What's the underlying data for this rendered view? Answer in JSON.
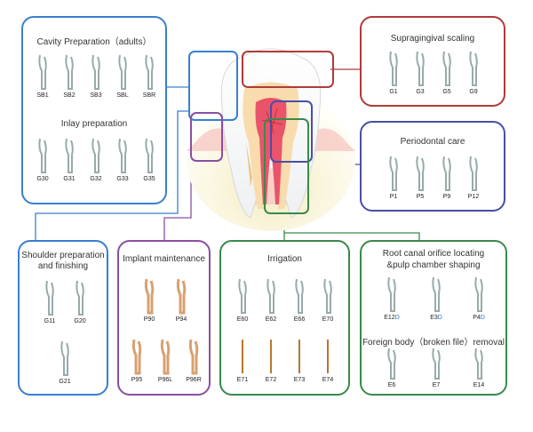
{
  "colors": {
    "blue": "#3a7fd0",
    "red": "#b03a3a",
    "indigo": "#4b4ea6",
    "purple": "#8a4fa3",
    "green": "#3a8a4a",
    "gold": "#b7772f"
  },
  "icons": [
    "tooth-cross-section-icon",
    "scaler-tip-icon"
  ],
  "panels": {
    "cavity": {
      "title": "Cavity Preparation（adults）",
      "tips": [
        "SB1",
        "SB2",
        "SB3",
        "SBL",
        "SBR"
      ],
      "subtitle": "Inlay preparation",
      "tips2": [
        "G30",
        "G31",
        "G32",
        "G33",
        "G35"
      ]
    },
    "supragingival": {
      "title": "Supragingival scaling",
      "tips": [
        "G1",
        "G3",
        "G5",
        "G9"
      ]
    },
    "periodontal": {
      "title": "Periodontal care",
      "tips": [
        "P1",
        "P5",
        "P9",
        "P12"
      ]
    },
    "shoulder": {
      "title_line1": "Shoulder preparation",
      "title_line2": "and finishing",
      "tips": [
        "G11",
        "G20",
        "G21"
      ]
    },
    "implant": {
      "title": "Implant maintenance",
      "tips": [
        "P90",
        "P94",
        "P95",
        "P96L",
        "P96R"
      ]
    },
    "irrigation": {
      "title": "Irrigation",
      "tips": [
        "E60",
        "E62",
        "E66",
        "E70"
      ],
      "tips2": [
        "E71",
        "E72",
        "E73",
        "E74"
      ]
    },
    "rootcanal": {
      "title_line1": "Root canal orifice locating",
      "title_line2": "&pulp chamber shaping",
      "tips": [
        {
          "base": "E12",
          "suffix": "D"
        },
        {
          "base": "E3",
          "suffix": "D"
        },
        {
          "base": "P4",
          "suffix": "D"
        }
      ],
      "subtitle": "Foreign body（broken file）removal",
      "tips2": [
        "E6",
        "E7",
        "E14"
      ]
    }
  }
}
